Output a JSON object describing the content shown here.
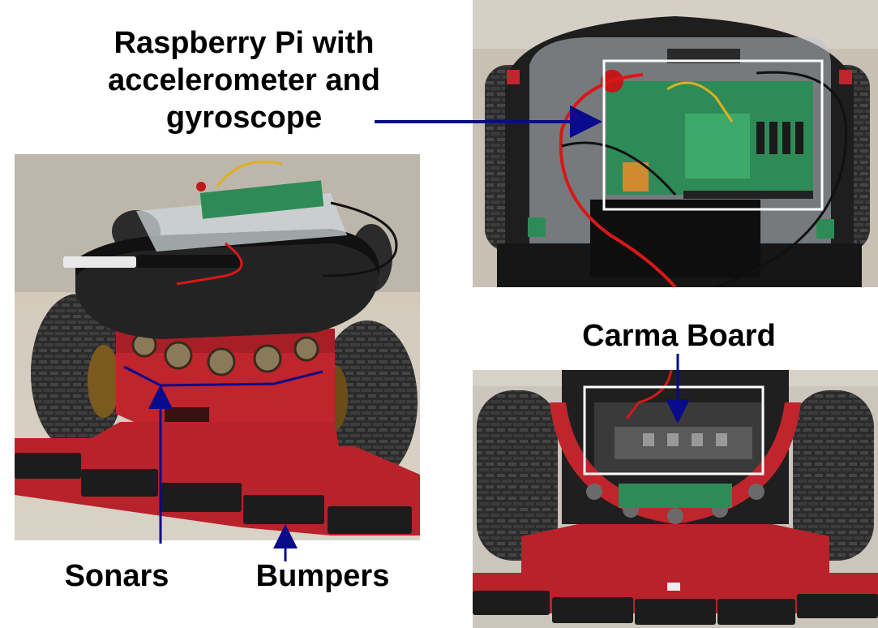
{
  "labels": {
    "raspberry_line1": "Raspberry Pi with",
    "raspberry_line2": "accelerometer and",
    "raspberry_line3": "gyroscope",
    "carma": "Carma Board",
    "sonars": "Sonars",
    "bumpers": "Bumpers"
  },
  "colors": {
    "arrow": "#0a0a8c",
    "highlight_box": "#ffffff",
    "robot_red": "#c0242c",
    "tire": "#2b2b2b",
    "pcb_green": "#2e8b57"
  }
}
